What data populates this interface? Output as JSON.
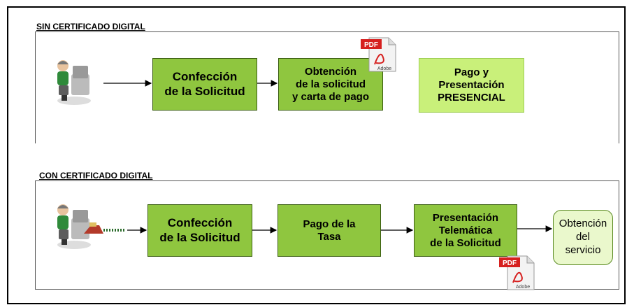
{
  "top": {
    "title": "SIN CERTIFICADO DIGITAL",
    "step1": "Confección\nde la Solicitud",
    "step2": "Obtención\nde la solicitud\ny carta de pago",
    "step3": "Pago y\nPresentación\nPRESENCIAL"
  },
  "bottom": {
    "title": "CON CERTIFICADO DIGITAL",
    "step1": "Confección\nde la Solicitud",
    "step2": "Pago de la\nTasa",
    "step3": "Presentación\nTelemática\nde la Solicitud",
    "result": "Obtención\ndel\nservicio"
  },
  "pdf_icon": {
    "label": "PDF",
    "brand": "Adobe"
  },
  "colors": {
    "box": "#8fc63f",
    "box_light": "#c9f07a",
    "result": "#eaf8cc",
    "pdf": "#d6201f"
  }
}
